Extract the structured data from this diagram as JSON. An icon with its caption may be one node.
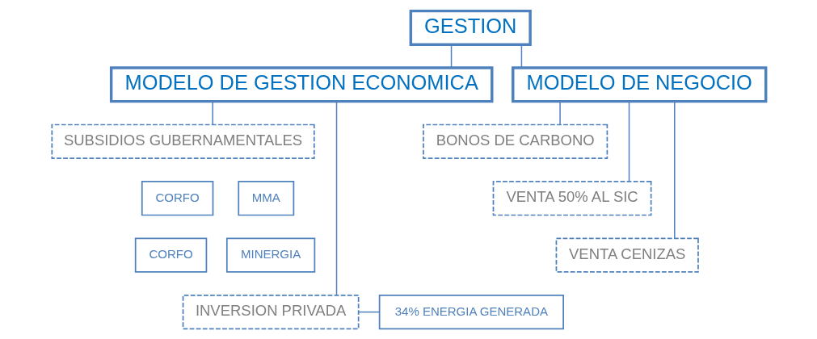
{
  "diagram": {
    "nodes": [
      {
        "text": [
          "GESTION"
        ]
      },
      {
        "text": [
          "MODELO DE GESTION ECONOMICA"
        ]
      },
      {
        "text": [
          "MODELO DE NEGOCIO"
        ]
      },
      {
        "text": [
          "SUBSIDIOS GUBERNAMENTALES"
        ]
      },
      {
        "text": [
          "CORFO"
        ]
      },
      {
        "text": [
          "MMA"
        ]
      },
      {
        "text": [
          "CORFO"
        ]
      },
      {
        "text": [
          "MINERGIA"
        ]
      },
      {
        "text": [
          "INVERSION PRIVADA"
        ]
      },
      {
        "text": [
          "34% ENERGIA GENERADA"
        ]
      },
      {
        "text": [
          "BONOS DE CARBONO"
        ]
      },
      {
        "text": [
          "VENTA 50% AL SIC"
        ]
      },
      {
        "text": [
          "VENTA CENIZAS"
        ]
      }
    ],
    "edges": [
      {
        "from": 0,
        "to": 1,
        "arrow": "none"
      },
      {
        "from": 0,
        "to": 2,
        "arrow": "none"
      },
      {
        "from": 1,
        "to": 3,
        "arrow": "none"
      },
      {
        "from": 1,
        "to": 8,
        "arrow": "none"
      },
      {
        "from": 8,
        "to": 9,
        "arrow": "none"
      },
      {
        "from": 2,
        "to": 10,
        "arrow": "none"
      },
      {
        "from": 2,
        "to": 11,
        "arrow": "none"
      },
      {
        "from": 2,
        "to": 12,
        "arrow": "none"
      }
    ]
  }
}
